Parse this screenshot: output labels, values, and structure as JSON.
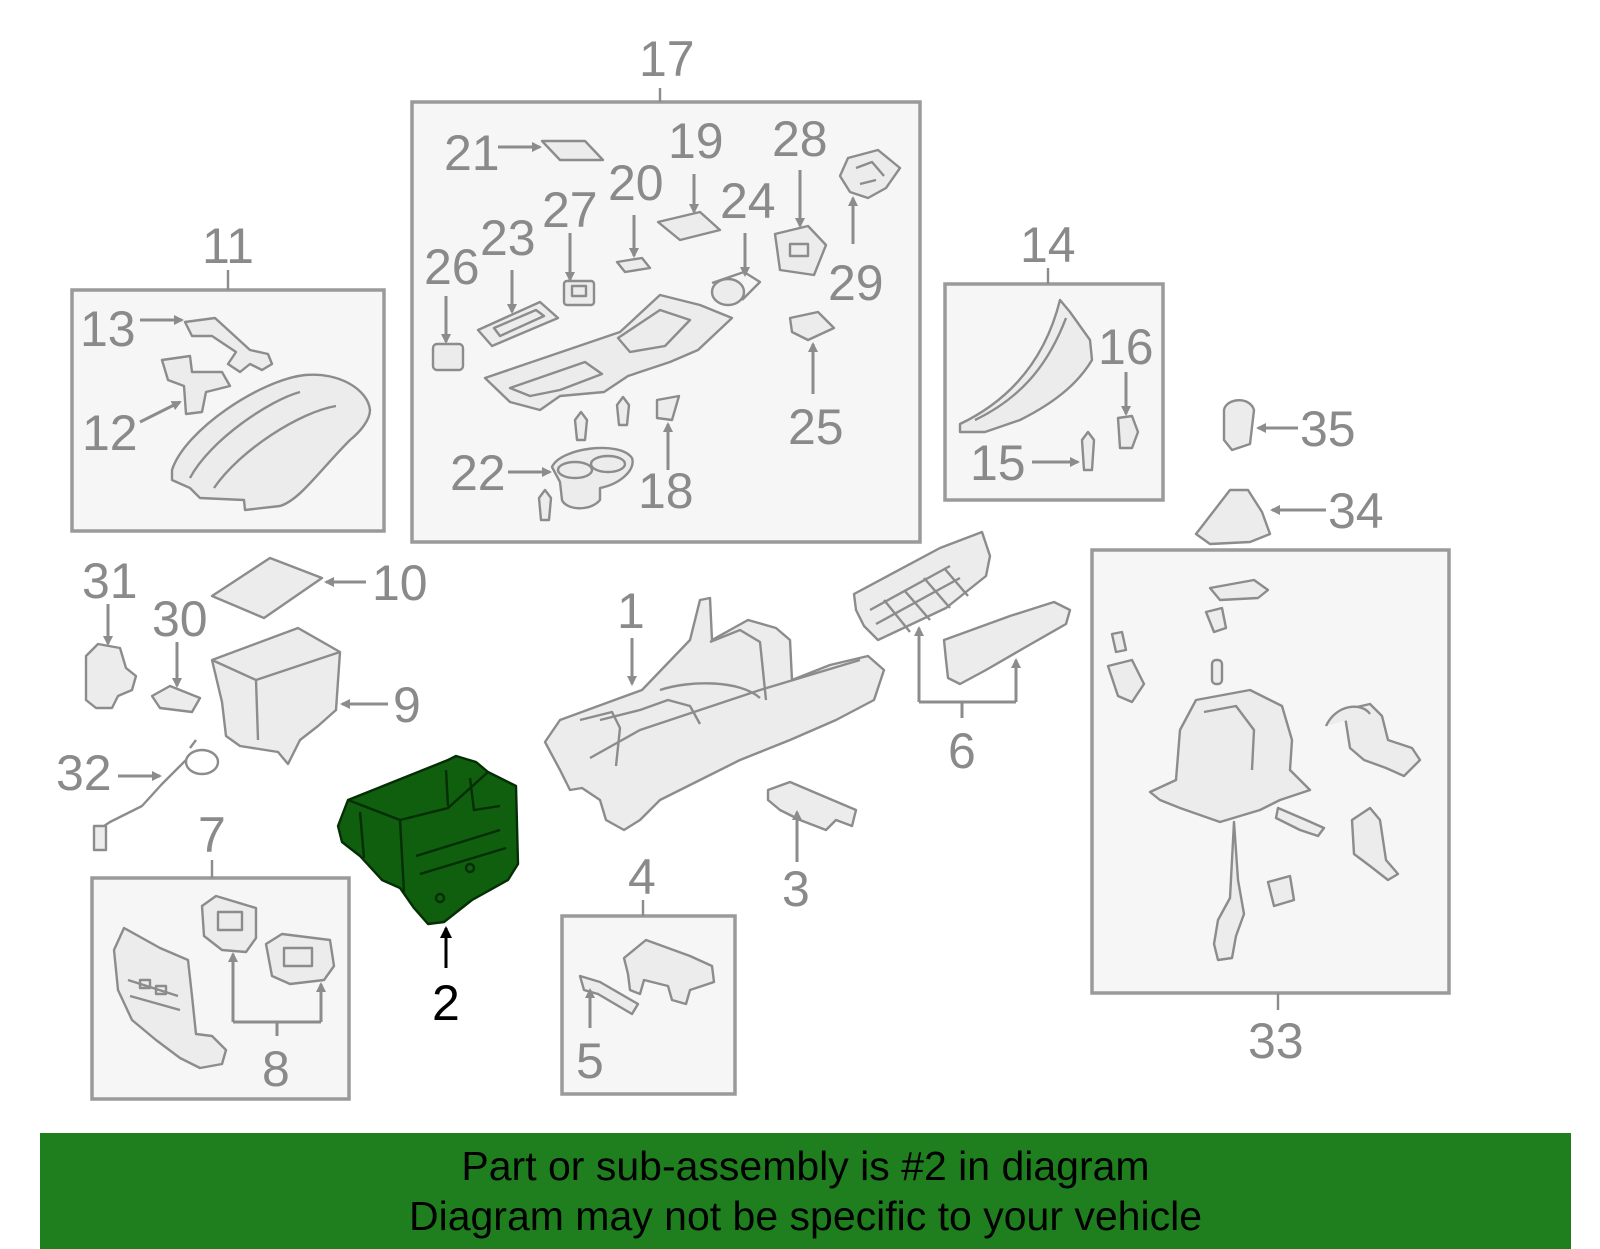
{
  "colors": {
    "highlight": "#0f5f0f",
    "banner": "#1f7f1f",
    "label": "#8a8a8a",
    "highlight_label": "#000000",
    "group_box": "#f6f6f6"
  },
  "labels": {
    "p1": "1",
    "p2": "2",
    "p3": "3",
    "p4": "4",
    "p5": "5",
    "p6": "6",
    "p7": "7",
    "p8": "8",
    "p9": "9",
    "p10": "10",
    "p11": "11",
    "p12": "12",
    "p13": "13",
    "p14": "14",
    "p15": "15",
    "p16": "16",
    "p17": "17",
    "p18": "18",
    "p19": "19",
    "p20": "20",
    "p21": "21",
    "p22": "22",
    "p23": "23",
    "p24": "24",
    "p25": "25",
    "p26": "26",
    "p27": "27",
    "p28": "28",
    "p29": "29",
    "p30": "30",
    "p31": "31",
    "p32": "32",
    "p33": "33",
    "p34": "34",
    "p35": "35"
  },
  "highlighted_part": "2",
  "banner": {
    "line1": "Part or sub-assembly is #2 in diagram",
    "line2": "Diagram may not be specific to your vehicle"
  }
}
